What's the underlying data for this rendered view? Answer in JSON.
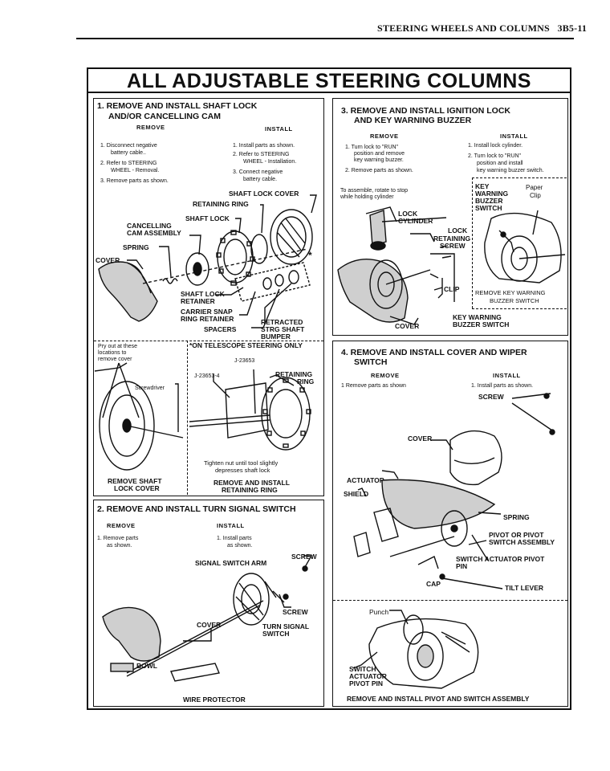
{
  "header": {
    "title": "STEERING WHEELS AND COLUMNS",
    "page": "3B5-11"
  },
  "banner": "ALL ADJUSTABLE STEERING COLUMNS",
  "sec1": {
    "title1": "1.  REMOVE AND INSTALL SHAFT LOCK",
    "title2": "AND/OR CANCELLING CAM",
    "remove_head": "REMOVE",
    "install_head": "INSTALL",
    "remove_steps": [
      "1.  Disconnect negative",
      "battery cable..",
      "2.  Refer to STEERING",
      "WHEEL - Removal.",
      "3.  Remove parts as shown."
    ],
    "install_steps": [
      "1.  Install parts as shown.",
      "2.  Refer to STEERING",
      "WHEEL - Installation.",
      "3.  Connect negative",
      "battery cable."
    ],
    "labels": {
      "shaft_lock_cover": "SHAFT LOCK COVER",
      "retaining_ring": "RETAINING RING",
      "shaft_lock": "SHAFT LOCK",
      "cancelling_cam": "CANCELLING",
      "cancelling_cam2": "CAM ASSEMBLY",
      "spring": "SPRING",
      "cover": "COVER",
      "shaft_lock_retainer": "SHAFT LOCK",
      "shaft_lock_retainer2": "RETAINER",
      "carrier_snap": "CARRIER SNAP",
      "carrier_snap2": "RING RETAINER",
      "spacers": "SPACERS",
      "retracted": "RETRACTED",
      "retracted2": "STRG SHAFT",
      "retracted3": "BUMPER",
      "star": "*",
      "telescope": "*ON TELESCOPE STEERING ONLY"
    }
  },
  "sec1b": {
    "pry": [
      "Pry out at these",
      "locations to",
      "remove cover"
    ],
    "screwdriver": "Screwdriver",
    "remove_caption": [
      "REMOVE SHAFT",
      "LOCK COVER"
    ],
    "j23653": "J-23653",
    "j236534": "J-23653-4",
    "retaining_ring": [
      "RETAINING",
      "RING"
    ],
    "tighten": [
      "Tighten nut until tool slightly",
      "depresses shaft lock"
    ],
    "install_caption": [
      "REMOVE AND INSTALL",
      "RETAINING RING"
    ]
  },
  "sec2": {
    "title": "2.  REMOVE AND INSTALL TURN SIGNAL SWITCH",
    "remove_head": "REMOVE",
    "install_head": "INSTALL",
    "remove_steps": [
      "1.  Remove parts",
      "as shown."
    ],
    "install_steps": [
      "1.  Install parts",
      "as shown."
    ],
    "labels": {
      "screw_top": "SCREW",
      "signal_arm": "SIGNAL SWITCH ARM",
      "screw": "SCREW",
      "cover": "COVER",
      "turn_signal": [
        "TURN SIGNAL",
        "SWITCH"
      ],
      "bowl": "BOWL",
      "wire_protector": "WIRE PROTECTOR"
    }
  },
  "sec3": {
    "title1": "3.  REMOVE AND INSTALL IGNITION LOCK",
    "title2": "AND KEY WARNING BUZZER",
    "remove_head": "REMOVE",
    "install_head": "INSTALL",
    "remove_steps": [
      "1.  Turn lock to \"RUN\"",
      "position and remove",
      "key warning buzzer.",
      "2.  Remove parts as shown."
    ],
    "install_steps": [
      "1.  Install lock cylinder.",
      "2.  Turn lock to \"RUN\"",
      "position and install",
      "key warning buzzer switch."
    ],
    "note": [
      "To assemble, rotate to stop",
      "while holding cylinder"
    ],
    "labels": {
      "lock_cyl": [
        "LOCK",
        "CYLINDER"
      ],
      "lock_screw": [
        "LOCK",
        "RETAINING",
        "SCREW"
      ],
      "key_warning": [
        "KEY",
        "WARNING",
        "BUZZER",
        "SWITCH"
      ],
      "paper_clip": [
        "Paper",
        "Clip"
      ],
      "clip": "CLIP",
      "remove_key": [
        "REMOVE KEY WARNING",
        "BUZZER SWITCH"
      ],
      "cover": "COVER",
      "key_buzzer": [
        "KEY WARNING",
        "BUZZER SWITCH"
      ]
    }
  },
  "sec4": {
    "title1": "4.  REMOVE AND INSTALL COVER AND WIPER",
    "title2": "SWITCH",
    "remove_head": "REMOVE",
    "install_head": "INSTALL",
    "remove_steps": [
      "1  Remove parts as shown"
    ],
    "install_steps": [
      "1.  Install parts as shown."
    ],
    "labels": {
      "screw": "SCREW",
      "cover": "COVER",
      "actuator": "ACTUATOR",
      "shield": "SHIELD",
      "spring": "SPRING",
      "pivot": [
        "PIVOT OR PIVOT",
        "SWITCH ASSEMBLY"
      ],
      "switch_actuator": [
        "SWITCH ACTUATOR PIVOT",
        "PIN"
      ],
      "cap": "CAP",
      "tilt": "TILT LEVER",
      "punch": "Punch",
      "pivot_pin": [
        "SWITCH",
        "ACTUATOR",
        "PIVOT PIN"
      ],
      "caption": "REMOVE AND INSTALL PIVOT AND SWITCH ASSEMBLY"
    }
  }
}
